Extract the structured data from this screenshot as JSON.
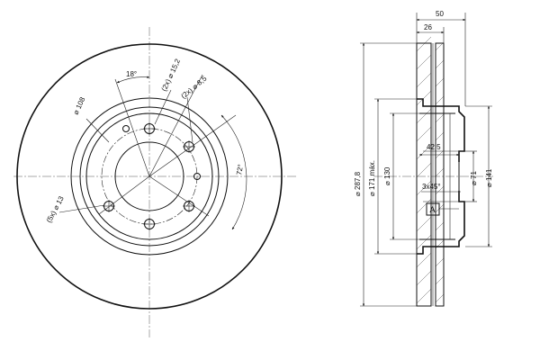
{
  "front_view": {
    "dimensions": {
      "angle_top": "18°",
      "bolt_circle": "⌀ 108",
      "holes_large": "(2x) ⌀ 15,2",
      "holes_small": "(2x) ⌀ 8,5",
      "holes_threaded": "(5x) ⌀ 13",
      "angle_side": "72°"
    }
  },
  "section_view": {
    "dimensions": {
      "overall_thickness": "50",
      "flange_thickness": "26",
      "outer_diameter": "⌀ 287,8",
      "max_diameter": "⌀ 171 máx.",
      "diameter_130": "⌀ 130",
      "depth": "42,5",
      "diameter_71": "⌀ 71",
      "diameter_141": "⌀ 141",
      "chamfer": "3x45°",
      "datum": "A"
    }
  }
}
